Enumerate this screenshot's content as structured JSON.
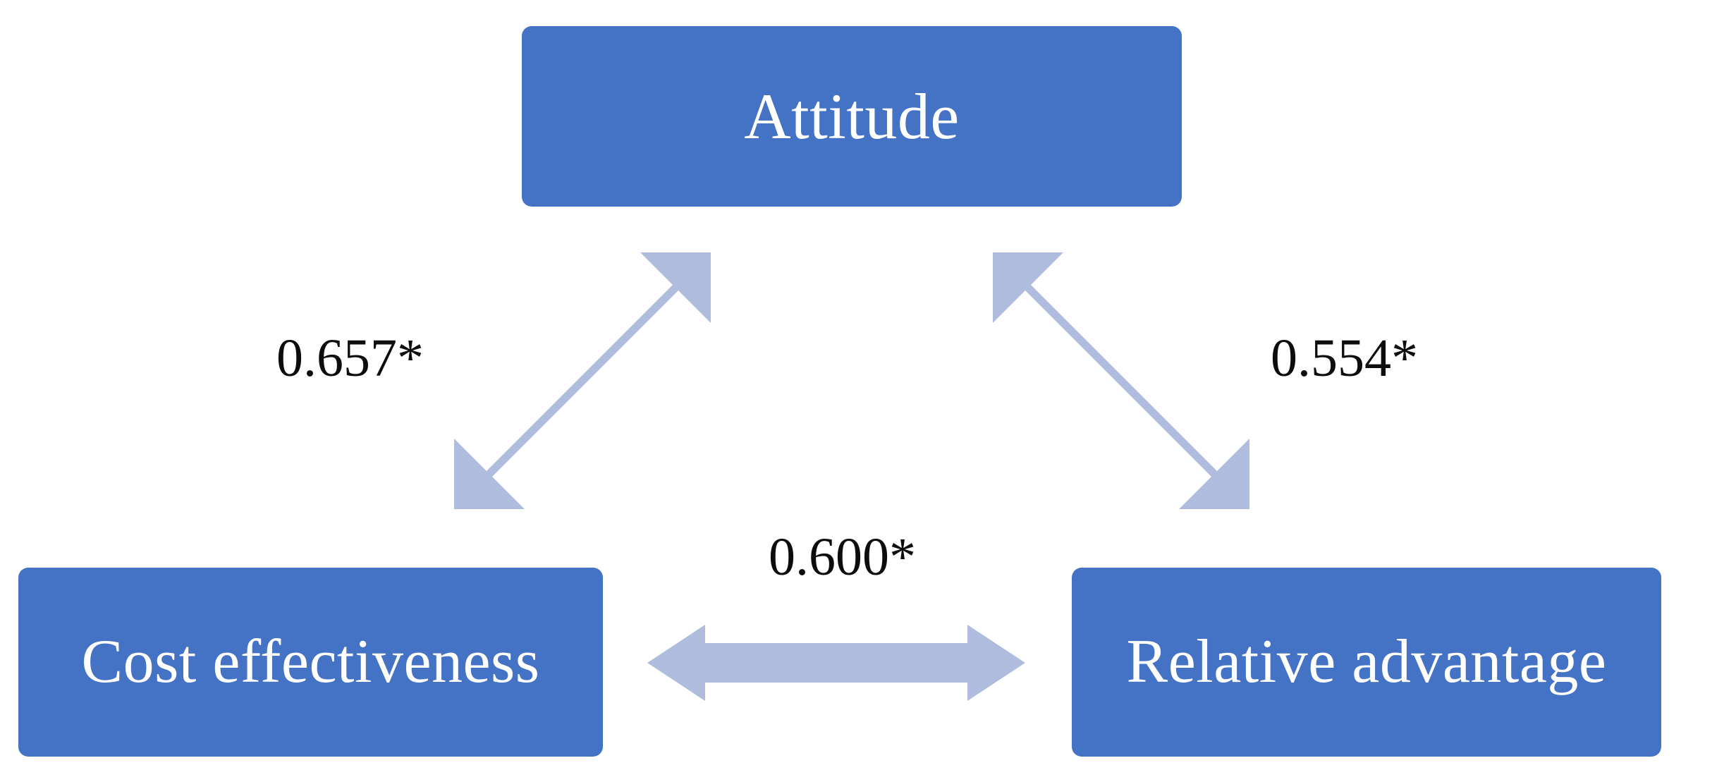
{
  "diagram": {
    "type": "correlation-path-diagram",
    "background_color": "#FFFFFF",
    "node_fill_color": "#4472C4",
    "node_text_color": "#FFFFFF",
    "arrow_color": "#AFBCDE",
    "label_text_color": "#0D0D0D",
    "nodes": [
      {
        "id": "attitude",
        "label": "Attitude"
      },
      {
        "id": "cost_effectiveness",
        "label": "Cost effectiveness"
      },
      {
        "id": "relative_advantage",
        "label": "Relative advantage"
      }
    ],
    "edges": [
      {
        "id": "attitude_cost",
        "from": "cost_effectiveness",
        "to": "attitude",
        "direction": "bidirectional",
        "label": "0.657*",
        "value": 0.657,
        "significant": true
      },
      {
        "id": "attitude_relative",
        "from": "attitude",
        "to": "relative_advantage",
        "direction": "bidirectional",
        "label": "0.554*",
        "value": 0.554,
        "significant": true
      },
      {
        "id": "cost_relative",
        "from": "cost_effectiveness",
        "to": "relative_advantage",
        "direction": "bidirectional",
        "label": "0.600*",
        "value": 0.6,
        "significant": true
      }
    ]
  }
}
